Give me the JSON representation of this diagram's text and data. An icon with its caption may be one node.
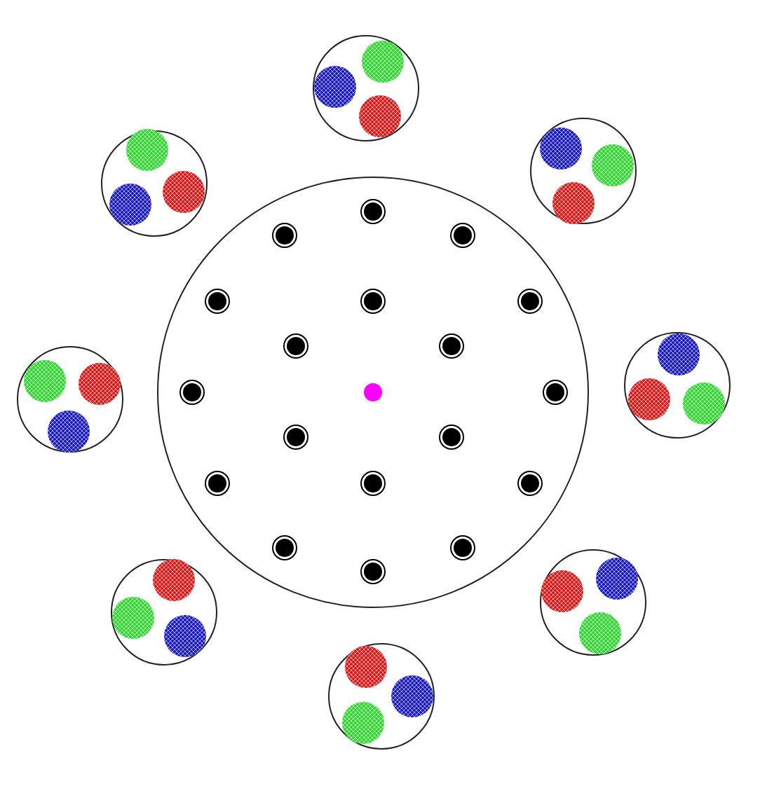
{
  "diagram": {
    "nodes": [
      {
        "text": [],
        "shape": "circle"
      },
      {
        "text": [],
        "shape": "circle"
      },
      {
        "text": [],
        "shape": "circle"
      },
      {
        "text": [],
        "shape": "circle"
      },
      {
        "text": [],
        "shape": "circle"
      },
      {
        "text": [],
        "shape": "circle"
      },
      {
        "text": [],
        "shape": "circle"
      },
      {
        "text": [],
        "shape": "circle"
      },
      {
        "text": [],
        "shape": "circle"
      }
    ]
  }
}
